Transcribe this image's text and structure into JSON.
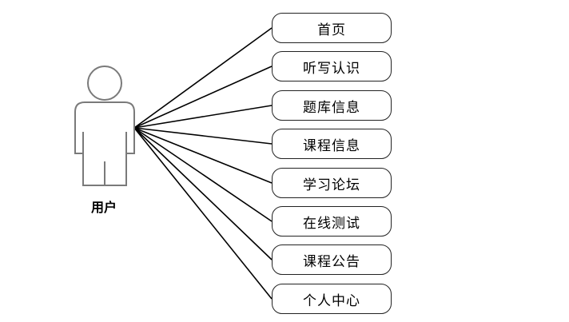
{
  "actor": {
    "label": "用户",
    "icon": "person-icon"
  },
  "use_cases": [
    {
      "label": "首页"
    },
    {
      "label": "听写认识"
    },
    {
      "label": "题库信息"
    },
    {
      "label": "课程信息"
    },
    {
      "label": "学习论坛"
    },
    {
      "label": "在线测试"
    },
    {
      "label": "课程公告"
    },
    {
      "label": "个人中心"
    }
  ],
  "colors": {
    "line": "#000000",
    "actor_stroke": "#7a7a7a",
    "border": "#222222"
  }
}
